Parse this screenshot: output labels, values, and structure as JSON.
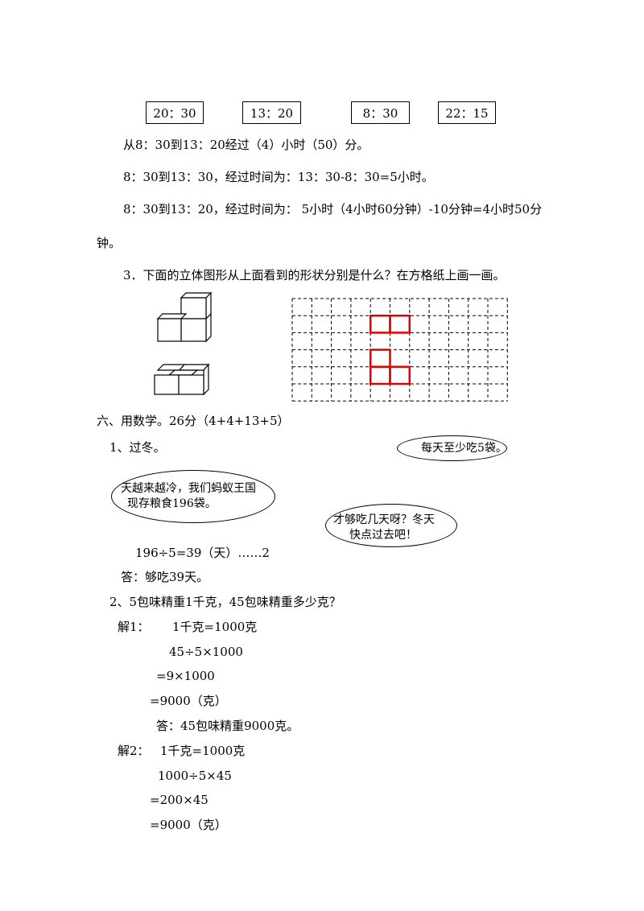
{
  "times": [
    "20：30",
    "13：20",
    "8：30",
    "22：15"
  ],
  "lines": {
    "elapsed_1": "从8：30到13：20经过（4）小时（50）分。",
    "elapsed_2": "8：30到13：30，经过时间为：13：30-8：30=5小时。",
    "elapsed_3a": "8：30到13：20，经过时间为： 5小时（4小时60分钟）-10分钟=4小时50分",
    "elapsed_3b": "钟。",
    "q3": "3．下面的立体图形从上面看到的形状分别是什么？在方格纸上画一画。",
    "section6": "六、用数学。26分（4+4+13+5）",
    "p1_title": "1、过冬。",
    "p1_calc": "196÷5=39（天）……2",
    "p1_answer": "答：够吃39天。",
    "p2_title": "2、5包味精重1千克，45包味精重多少克？",
    "s1_label": "解1：",
    "s1_l1": "1千克=1000克",
    "s1_l2": "45÷5×1000",
    "s1_l3": "=9×1000",
    "s1_l4": "=9000（克）",
    "s1_answer": "答：45包味精重9000克。",
    "s2_label": "解2：",
    "s2_l1": "1千克=1000克",
    "s2_l2": "1000÷5×45",
    "s2_l3": "=200×45",
    "s2_l4": "=9000（克）"
  },
  "bubbles": {
    "top_right": "每天至少吃5袋。",
    "left_l1": "天越来越冷，我们蚂蚁王国",
    "left_l2": "现存粮食196袋。",
    "right_l1": "才够吃几天呀？冬天",
    "right_l2": "快点过去吧！"
  },
  "colors": {
    "highlight": "#e00000",
    "ink": "#000000"
  }
}
